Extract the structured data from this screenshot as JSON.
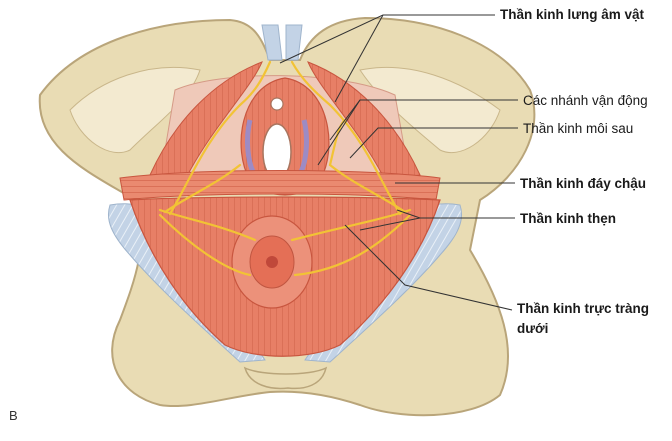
{
  "panel_label": "B",
  "labels": [
    {
      "id": "clitoral",
      "text": "Thần kinh lưng âm vật",
      "bold": true
    },
    {
      "id": "motor",
      "text": "Các nhánh vận động",
      "bold": false
    },
    {
      "id": "labial",
      "text": "Thần kinh môi sau",
      "bold": false
    },
    {
      "id": "perineal",
      "text": "Thần kinh đáy chậu",
      "bold": true
    },
    {
      "id": "pudendal",
      "text": "Thần kinh thẹn",
      "bold": true
    },
    {
      "id": "rectal1",
      "text": "Thần kinh trực tràng",
      "bold": true
    },
    {
      "id": "rectal2",
      "text": "dưới",
      "bold": true
    }
  ],
  "colors": {
    "bone": "#e9dcb4",
    "bone_edge": "#b9a57a",
    "muscle": "#e77f66",
    "muscle_dark": "#c8563f",
    "ligament": "#b9cbe0",
    "nerve": "#f2c335",
    "membrane": "#efc9b9"
  }
}
